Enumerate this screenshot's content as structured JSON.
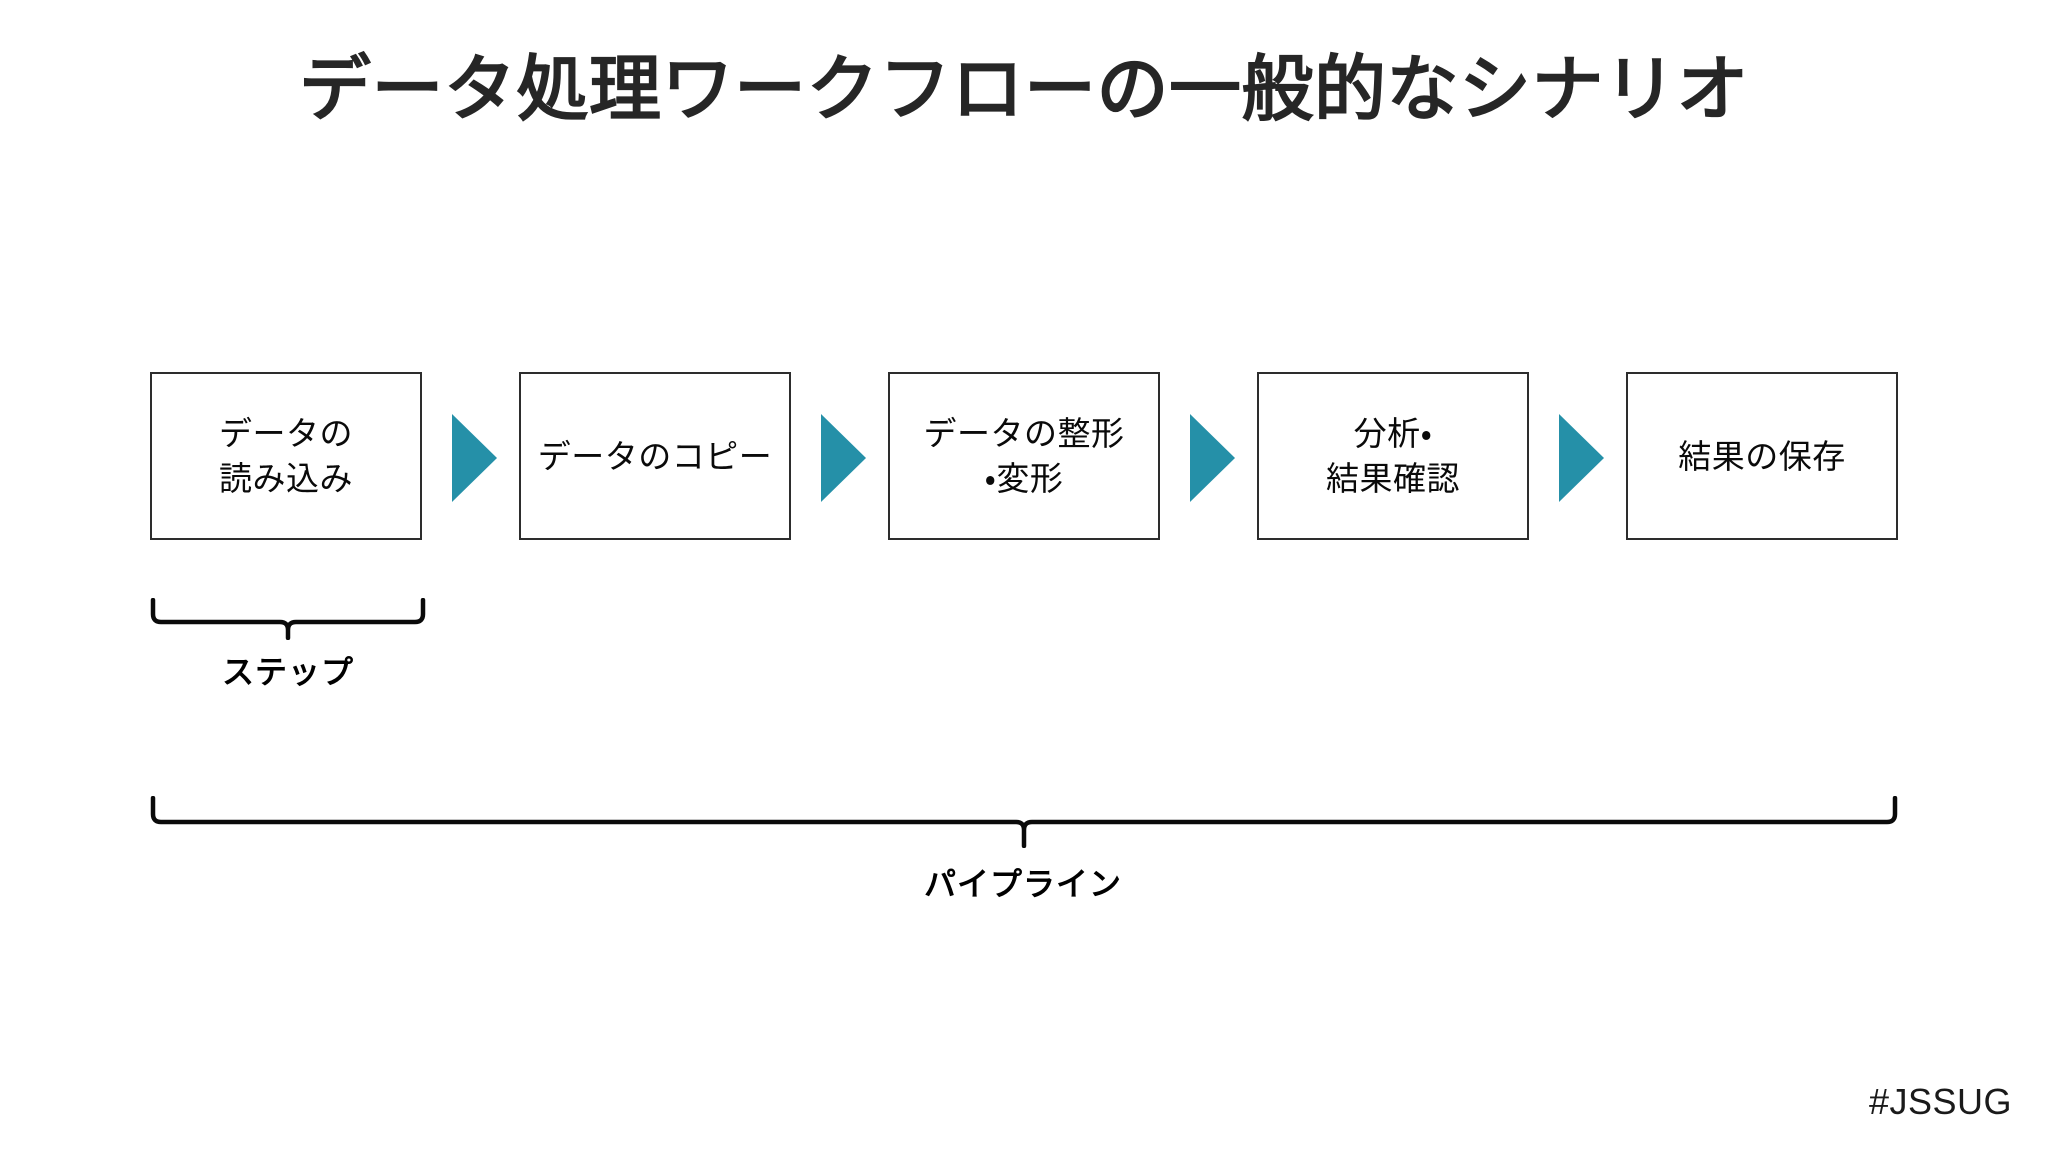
{
  "slide": {
    "title": "データ処理ワークフローの一般的なシナリオ",
    "background_color": "#FFFFFF",
    "accent_color": "#2590A8",
    "line_color": "#2D2D2D",
    "title_color": "#262626"
  },
  "flow": {
    "boxes": [
      {
        "label": "データの\n読み込み"
      },
      {
        "label": "データのコピー"
      },
      {
        "label": "データの整形\n・変形"
      },
      {
        "label": "分析・\n結果確認"
      },
      {
        "label": "結果の保存"
      }
    ],
    "arrows": [
      {
        "name": "arrow-1"
      },
      {
        "name": "arrow-2"
      },
      {
        "name": "arrow-3"
      },
      {
        "name": "arrow-4"
      }
    ]
  },
  "annotations": {
    "step": {
      "label": "ステップ"
    },
    "pipeline": {
      "label": "パイプライン"
    }
  },
  "footer": {
    "hashtag": "#JSSUG"
  }
}
